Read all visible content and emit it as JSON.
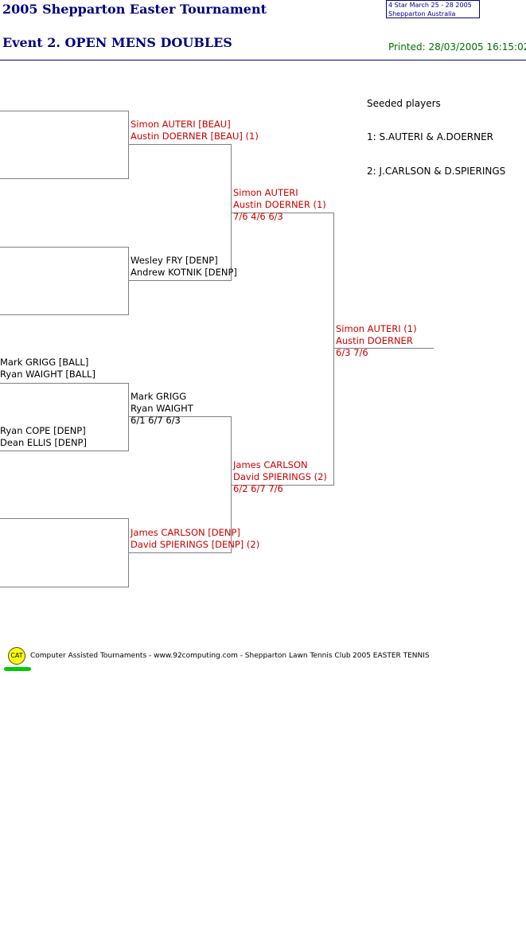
{
  "header": {
    "tournament": "2005 Shepparton Easter Tournament",
    "event": "Event 2. OPEN MENS DOUBLES",
    "info_line1": "4 Star   March 25 - 28 2005",
    "info_line2": "Shepparton    Australia",
    "printed": "Printed: 28/03/2005 16:15:02"
  },
  "seeded": {
    "heading": "Seeded players",
    "s1": "1: S.AUTERI & A.DOERNER",
    "s2": "2: J.CARLSON & D.SPIERINGS"
  },
  "round1": {
    "m3_top_a": "Mark GRIGG [BALL]",
    "m3_top_b": "Ryan WAIGHT [BALL]",
    "m3_bot_a": "Ryan COPE [DENP]",
    "m3_bot_b": "Dean ELLIS [DENP]"
  },
  "round2": {
    "p1_a": "Simon AUTERI [BEAU]",
    "p1_b": "Austin DOERNER [BEAU] (1)",
    "p2_a": "Wesley FRY [DENP]",
    "p2_b": "Andrew KOTNIK [DENP]",
    "p3_a": "Mark GRIGG",
    "p3_b": "Ryan WAIGHT",
    "p3_score": "6/1 6/7 6/3",
    "p4_a": "James CARLSON [DENP]",
    "p4_b": "David SPIERINGS [DENP] (2)"
  },
  "semis": {
    "s1_a": "Simon AUTERI",
    "s1_b": "Austin DOERNER (1)",
    "s1_score": "7/6 4/6 6/3",
    "s2_a": "James CARLSON",
    "s2_b": "David SPIERINGS (2)",
    "s2_score": "6/2 6/7 7/6"
  },
  "final": {
    "a": "Simon AUTERI (1)",
    "b": "Austin DOERNER",
    "score": "6/3 7/6"
  },
  "footer": {
    "logo": "CAT",
    "text": "Computer Assisted Tournaments - www.92computing.com -  Shepparton Lawn Tennis Club",
    "event": "2005 EASTER TENNIS"
  },
  "colors": {
    "title": "#000080",
    "winner": "#cc0000",
    "printed": "#007000",
    "lines": "#7f7f7f"
  }
}
